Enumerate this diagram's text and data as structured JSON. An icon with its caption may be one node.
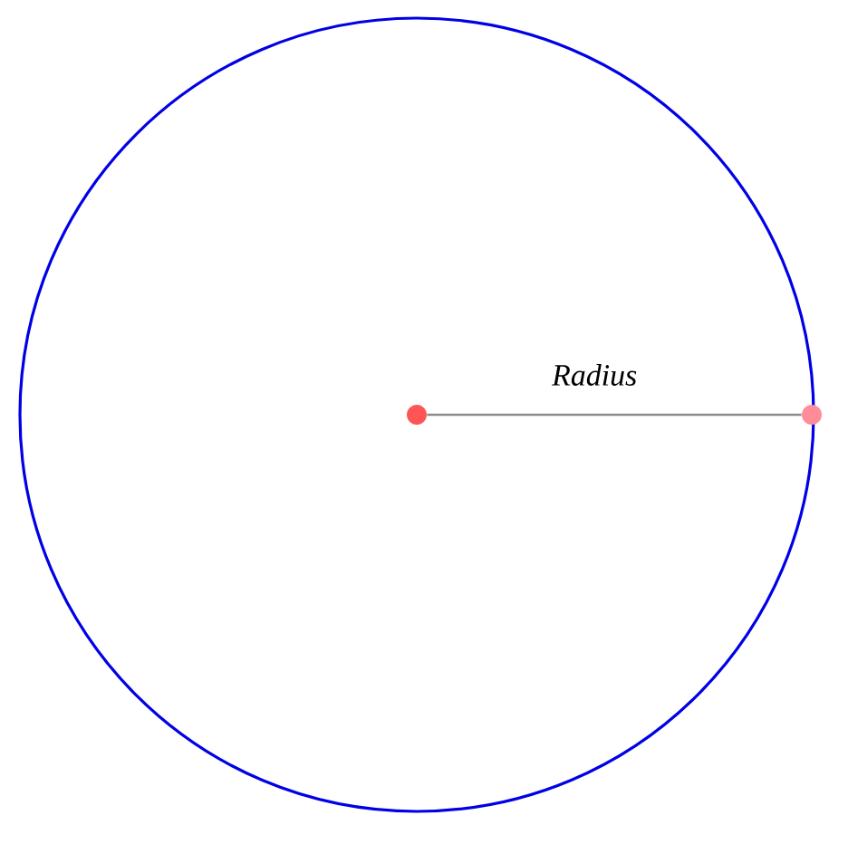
{
  "diagram": {
    "nodes": [
      {
        "text": [],
        "shape": "circle"
      },
      {
        "text": [],
        "shape": "circle",
        "in": 0
      },
      {
        "text": [],
        "shape": "circle"
      }
    ],
    "edges": [
      {
        "from": 1,
        "to": 2,
        "arrow": "none",
        "label": "Radius"
      }
    ]
  }
}
